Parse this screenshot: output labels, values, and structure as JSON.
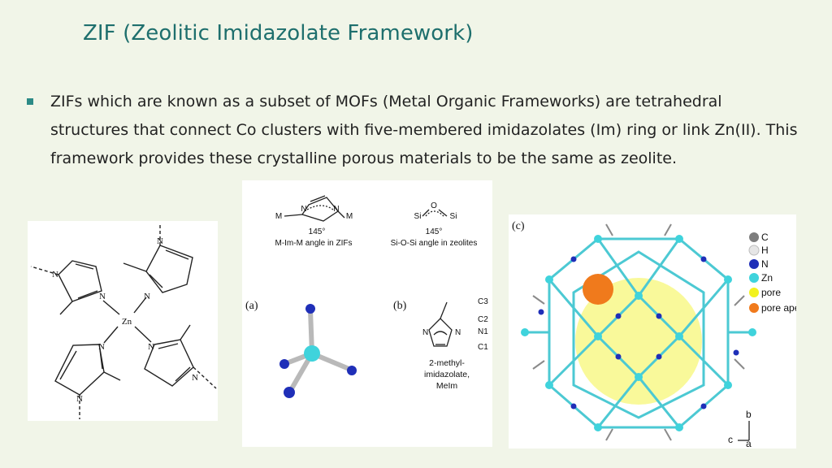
{
  "slide": {
    "title": "ZIF (Zeolitic Imidazolate Framework)",
    "bullet_text": "ZIFs which are known as a subset of MOFs (Metal Organic Frameworks) are tetrahedral structures that connect Co clusters with five-membered imidazolates (Im) ring or link Zn(II). This framework provides these crystalline porous materials to be the same as zeolite."
  },
  "left_figure": {
    "center_label": "Zn",
    "ring_labels": [
      "N",
      "N",
      "N",
      "N",
      "N",
      "N",
      "N",
      "N"
    ]
  },
  "middle_figure": {
    "zif_angle": {
      "m_left": "M",
      "m_right": "M",
      "n_left": "N",
      "n_right": "N",
      "angle": "145°",
      "caption": "M-Im-M angle in ZIFs"
    },
    "zeolite_angle": {
      "si_left": "Si",
      "o": "O",
      "si_right": "Si",
      "angle": "145°",
      "caption": "Si-O-Si angle in zeolites"
    },
    "panel_a_label": "(a)",
    "panel_b_label": "(b)",
    "atom_labels": [
      "C3",
      "C2",
      "N1",
      "C1"
    ],
    "ring_n_left": "N",
    "ring_n_right": "N",
    "caption_lines": [
      "2-methyl-",
      "imidazolate,",
      "MeIm"
    ]
  },
  "right_figure": {
    "panel_c_label": "(c)",
    "legend": [
      {
        "label": "C",
        "color": "#7d7d7d"
      },
      {
        "label": "H",
        "color": "#e6e6e6"
      },
      {
        "label": "N",
        "color": "#1f2fb8"
      },
      {
        "label": "Zn",
        "color": "#3fd3dc"
      },
      {
        "label": "pore",
        "color": "#f2f21e"
      },
      {
        "label": "pore aperture",
        "color": "#f07a1c"
      }
    ],
    "axes": {
      "b": "b",
      "c": "c",
      "a": "a"
    }
  }
}
